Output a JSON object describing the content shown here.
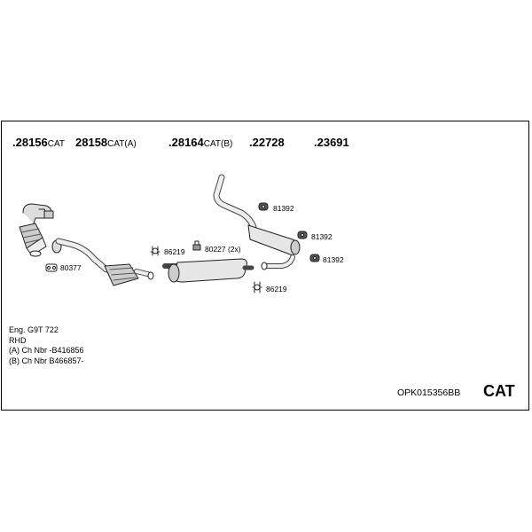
{
  "parts": [
    {
      "number": ".28156",
      "suffix": "CAT"
    },
    {
      "number": "28158",
      "suffix": "CAT(A)"
    },
    {
      "number": ".28164",
      "suffix": "CAT(B)"
    },
    {
      "number": ".22728",
      "suffix": ""
    },
    {
      "number": ".23691",
      "suffix": ""
    }
  ],
  "labels": {
    "l80377": "80377",
    "l86219a": "86219",
    "l80227": "80227 (2x)",
    "l81392a": "81392",
    "l81392b": "81392",
    "l81392c": "81392",
    "l86219b": "86219"
  },
  "info": {
    "engine": "Eng. G9T 722",
    "drive": "RHD",
    "chassis_a": "(A) Ch Nbr -B416856",
    "chassis_b": "(B) Ch Nbr B466857-"
  },
  "footer": {
    "code": "OPK015356BB",
    "type": "CAT"
  }
}
